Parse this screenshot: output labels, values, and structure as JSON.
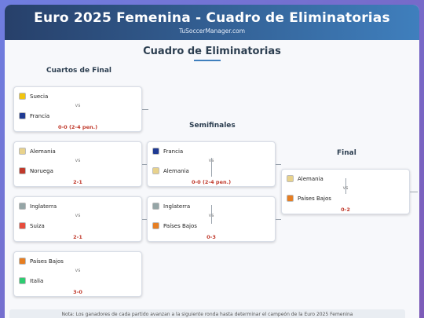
{
  "header": {
    "title": "Euro 2025 Femenina - Cuadro de Eliminatorias",
    "subtitle": "TuSoccerManager.com"
  },
  "section_title": "Cuadro de Eliminatorias",
  "rounds": {
    "quarters": "Cuartos de Final",
    "semis": "Semifinales",
    "final": "Final"
  },
  "vs": "vs",
  "matches": {
    "qf1": {
      "home": "Suecia",
      "away": "Francia",
      "score": "0-0 (2-4 pen.)",
      "home_color": "#f1c40f",
      "away_color": "#1f3a93"
    },
    "qf2": {
      "home": "Alemania",
      "away": "Noruega",
      "score": "2-1",
      "home_color": "#e8d28c",
      "away_color": "#c0392b"
    },
    "qf3": {
      "home": "Inglaterra",
      "away": "Suiza",
      "score": "2-1",
      "home_color": "#95a5a6",
      "away_color": "#e74c3c"
    },
    "qf4": {
      "home": "Países Bajos",
      "away": "Italia",
      "score": "3-0",
      "home_color": "#e67e22",
      "away_color": "#2ecc71"
    },
    "sf1": {
      "home": "Francia",
      "away": "Alemania",
      "score": "0-0 (2-4 pen.)",
      "home_color": "#1f3a93",
      "away_color": "#e8d28c"
    },
    "sf2": {
      "home": "Inglaterra",
      "away": "Países Bajos",
      "score": "0-3",
      "home_color": "#95a5a6",
      "away_color": "#e67e22"
    },
    "final": {
      "home": "Alemania",
      "away": "Países Bajos",
      "score": "0-2",
      "home_color": "#e8d28c",
      "away_color": "#e67e22"
    }
  },
  "note": "Nota: Los ganadores de cada partido avanzan a la siguiente ronda hasta determinar el campeón de la Euro 2025 Femenina"
}
